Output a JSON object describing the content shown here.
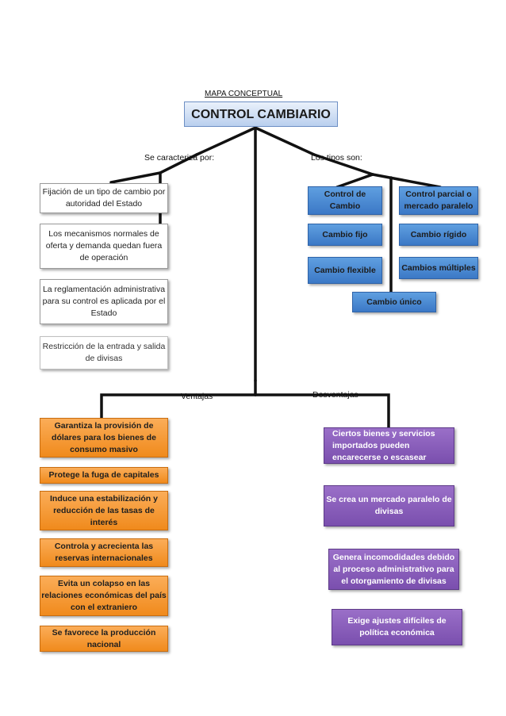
{
  "header": {
    "subtitle": "MAPA CONCEPTUAL",
    "title": "CONTROL CAMBIARIO"
  },
  "branch_labels": {
    "characteristics": "Se caracteriza por:",
    "types": "Los tipos son:",
    "advantages": "Ventajas",
    "disadvantages": "Desventajas"
  },
  "characteristics": [
    "Fijación de un tipo de cambio por autoridad del Estado",
    "Los mecanismos normales de oferta y demanda quedan fuera de operación",
    "La reglamentación administrativa para su control es aplicada por el Estado",
    "Restricción de la entrada y salida de divisas"
  ],
  "types": {
    "control_de_cambio": "Control de Cambio",
    "cambio_fijo": "Cambio fijo",
    "cambio_flexible": "Cambio flexible",
    "control_parcial": "Control parcial o mercado paralelo",
    "cambio_rigido": "Cambio rígido",
    "cambios_multiples": "Cambios múltiples",
    "cambio_unico": "Cambio único"
  },
  "advantages": [
    "Garantiza la provisión de dólares para los bienes de consumo masivo",
    "Protege la fuga de capitales",
    "Induce una estabilización y reducción de las tasas de interés",
    "Controla y acrecienta las reservas internacionales",
    "Evita un colapso en las relaciones económicas del país con el extraniero",
    "Se favorece la producción nacional"
  ],
  "disadvantages": [
    "Ciertos bienes y servicios importados pueden encarecerse o escasear",
    "Se crea un mercado paralelo de divisas",
    "Genera incomodidades debido al proceso administrativo para el otorgamiento de divisas",
    "Exige ajustes difíciles de política económica"
  ],
  "colors": {
    "connector": "#111111",
    "type_box": "#4a86d4",
    "advantage_box": "#f49a30",
    "disadvantage_box": "#8a5fbc"
  }
}
